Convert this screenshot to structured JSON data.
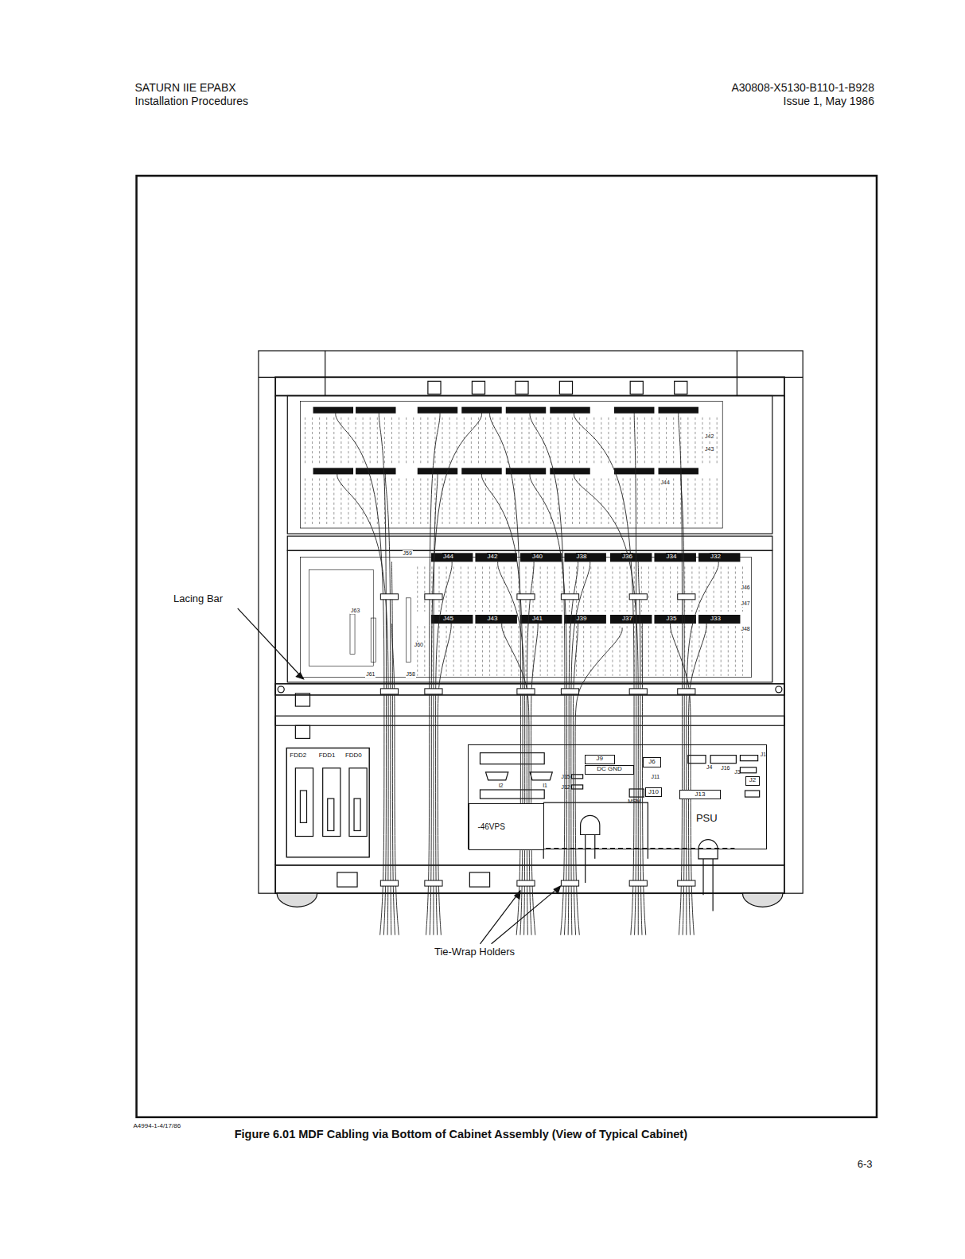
{
  "diagram": {
    "caption": "Figure 6.01 MDF Cabling via Bottom of Cabinet Assembly (View of Typical Cabinet)",
    "nodes": [
      {
        "text": [
          "PSU"
        ]
      },
      {
        "text": [
          "-46VPS"
        ],
        "in": 0
      },
      {
        "text": [
          "J9"
        ],
        "in": 0
      },
      {
        "text": [
          "DC GND"
        ],
        "in": 0
      },
      {
        "text": [
          "J6"
        ],
        "in": 0
      },
      {
        "text": [
          "J10"
        ],
        "in": 0
      },
      {
        "text": [
          "J13"
        ],
        "in": 0
      },
      {
        "text": [
          "J2"
        ],
        "in": 0
      }
    ],
    "labels": [
      "SATURN IIE EPABX",
      "Installation Procedures",
      "A30808-X5130-B110-1-B928",
      "Issue 1, May 1986",
      "Lacing Bar",
      "Tie-Wrap Holders",
      "A4994-1-4/17/86",
      "6-3",
      "FDD2",
      "FDD1",
      "FDD0",
      "I2",
      "I1",
      "J11",
      "J15",
      "J12",
      "MSM",
      "J4",
      "J16",
      "J3",
      "J1",
      "J44",
      "J42",
      "J40",
      "J38",
      "J36",
      "J34",
      "J32",
      "J45",
      "J43",
      "J41",
      "J39",
      "J37",
      "J35",
      "J33",
      "J59",
      "J63",
      "J61",
      "J58",
      "J60",
      "J46",
      "J47",
      "J48",
      "J42",
      "J43",
      "J44"
    ]
  }
}
